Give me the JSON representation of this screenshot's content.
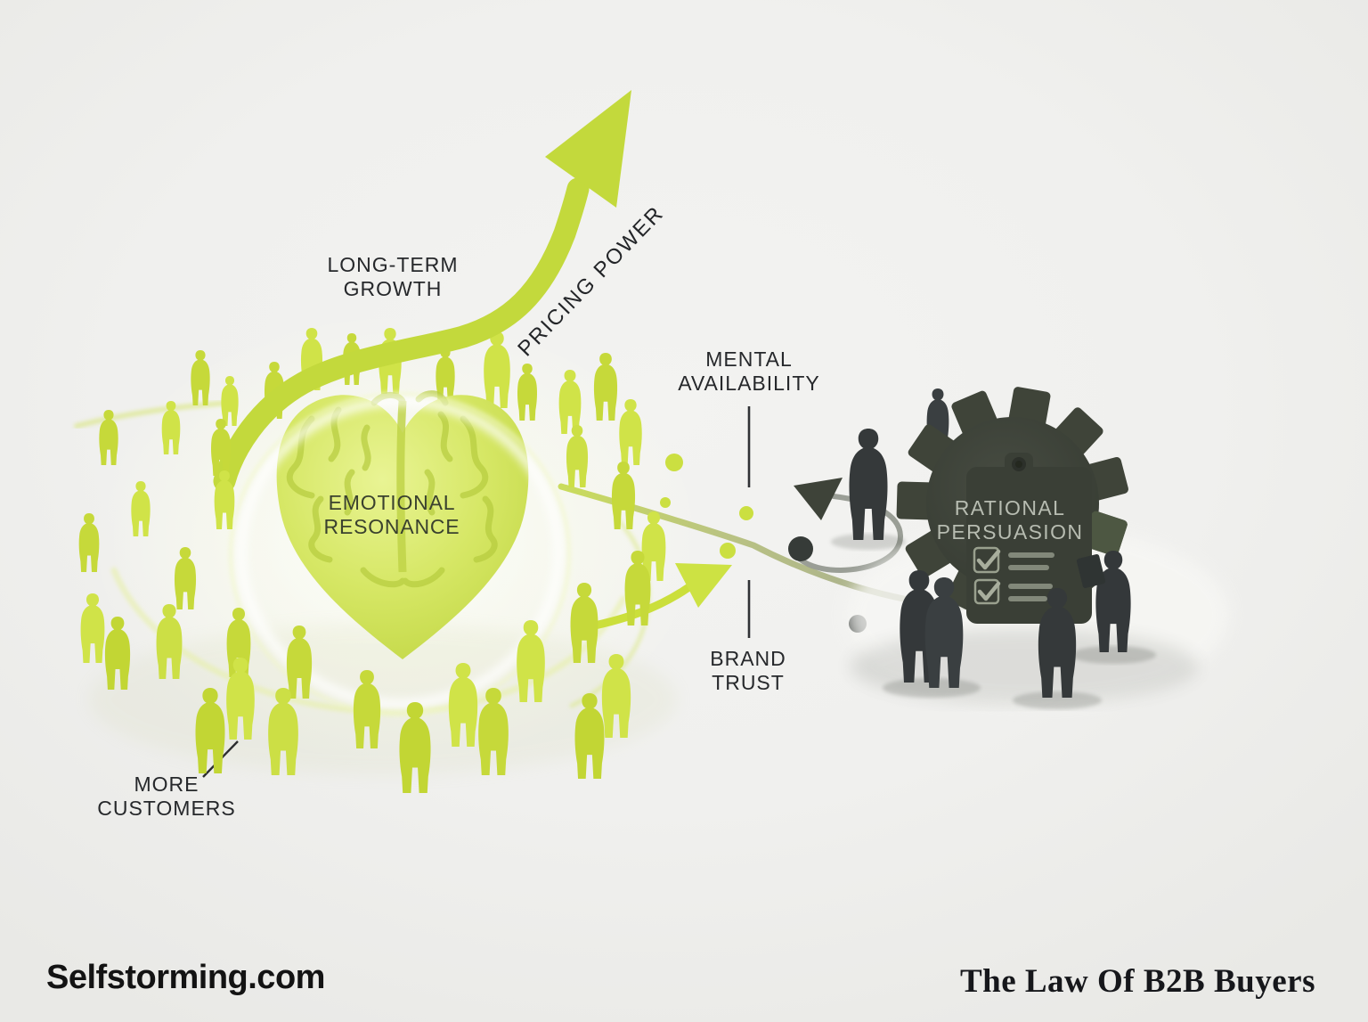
{
  "page": {
    "background_color": "#efefed",
    "accent_lime": "#c8db3c",
    "accent_dark_olive": "#3f4439",
    "accent_charcoal": "#35393a",
    "text_dark": "#26282b",
    "text_on_clipboard": "#b7bcb1"
  },
  "labels": {
    "long_term_growth": {
      "line1": "LONG-TERM",
      "line2": "GROWTH"
    },
    "pricing_power": "PRICING POWER",
    "emotional_resonance": {
      "line1": "EMOTIONAL",
      "line2": "RESONANCE"
    },
    "mental_availability": {
      "line1": "MENTAL",
      "line2": "AVAILABILITY"
    },
    "brand_trust": {
      "line1": "BRAND",
      "line2": "TRUST"
    },
    "rational_persuasion": {
      "line1": "RATIONAL",
      "line2": "PERSUASION"
    },
    "more_customers": {
      "line1": "MORE",
      "line2": "CUSTOMERS"
    }
  },
  "checklist": {
    "rows": [
      {
        "checked": true
      },
      {
        "checked": true
      }
    ]
  },
  "footer": {
    "site": "Selfstorming.com",
    "title": "The Law Of B2B Buyers"
  }
}
